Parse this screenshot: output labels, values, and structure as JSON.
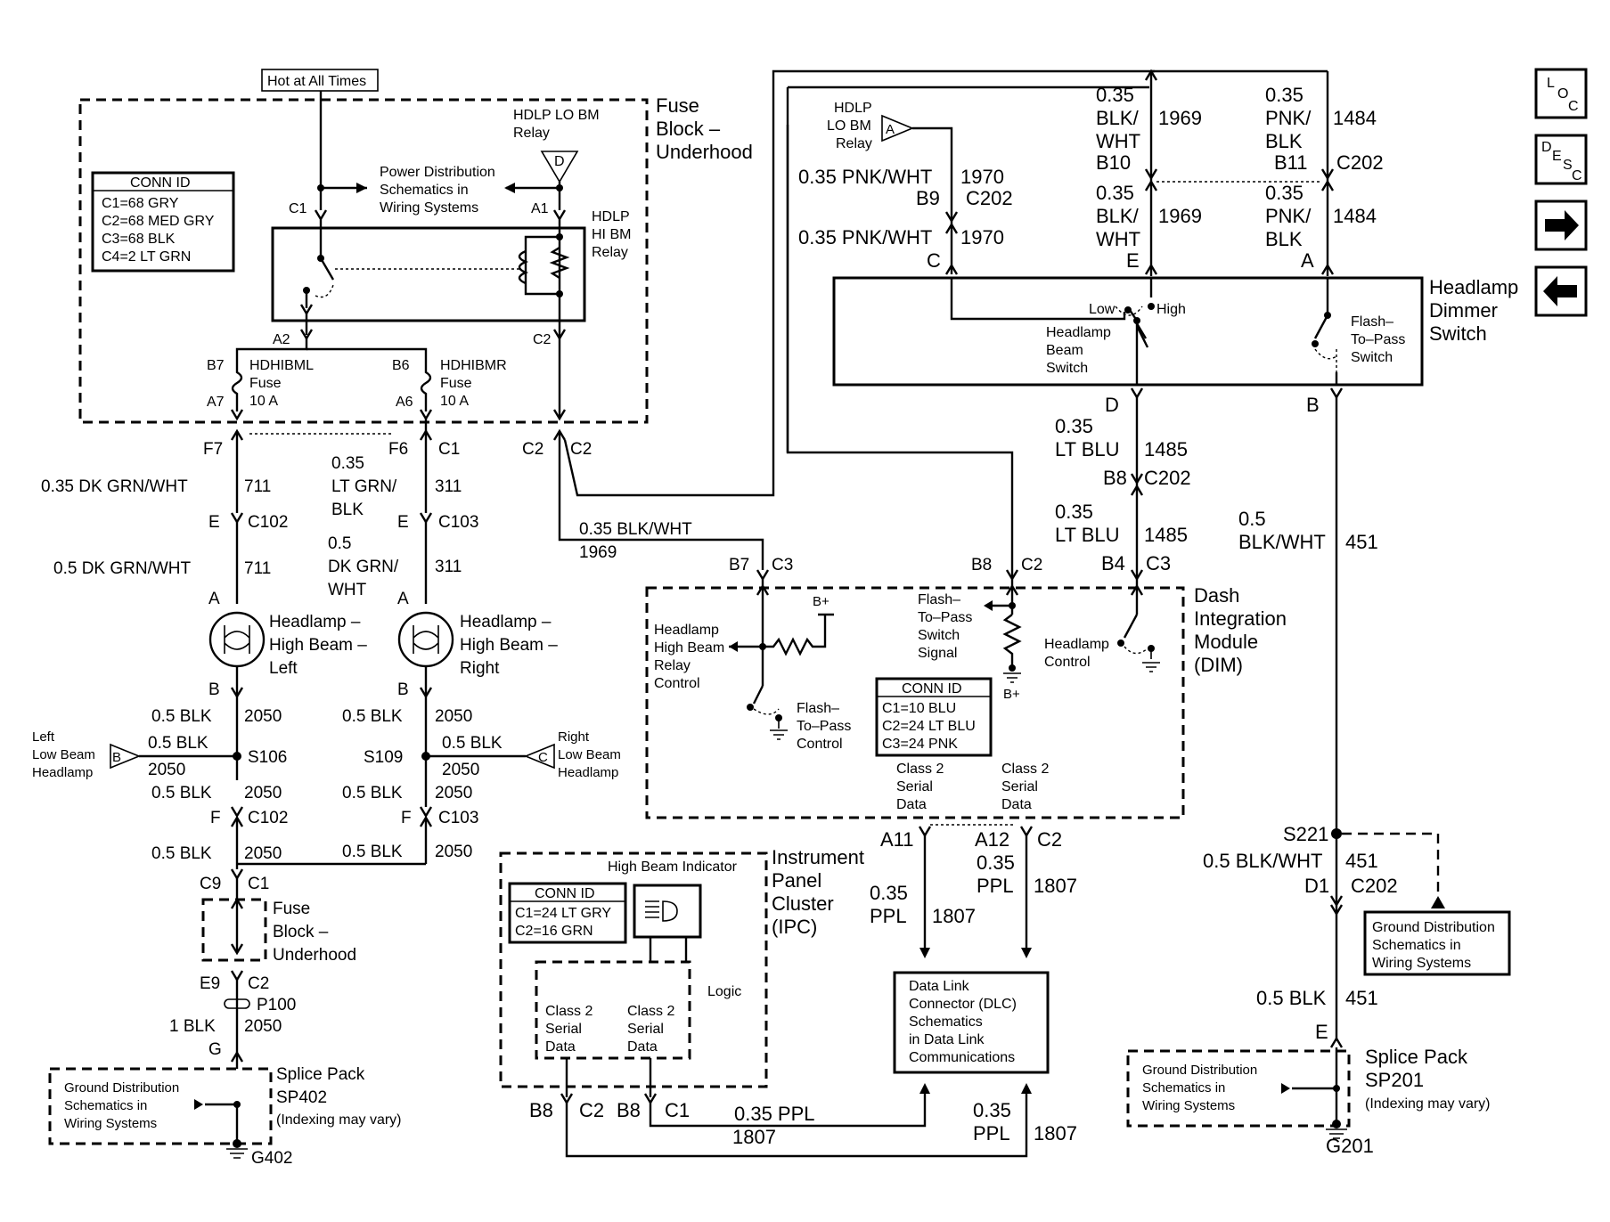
{
  "top": {
    "hot_at_all_times": "Hot at All Times",
    "fuse_block_title": [
      "Fuse",
      "Block –",
      "Underhood"
    ],
    "hdlp_lo_bm_relay": [
      "HDLP LO BM",
      "Relay"
    ],
    "hdlp_hi_bm_relay": [
      "HDLP",
      "HI BM",
      "Relay"
    ],
    "power_distribution": [
      "Power Distribution",
      "Schematics in",
      "Wiring Systems"
    ],
    "connector_c1": "C1",
    "connector_a1": "A1",
    "connector_d": "D",
    "connector_a2": "A2",
    "connector_c2": "C2"
  },
  "conn_id_fuse": {
    "title": "CONN ID",
    "rows": [
      "C1=68 GRY",
      "C2=68 MED GRY",
      "C3=68 BLK",
      "C4=2 LT GRN"
    ]
  },
  "fuses": {
    "left": {
      "pin_top": "B7",
      "pin_bottom": "A7",
      "name": "HDHIBML",
      "type": "Fuse",
      "rating": "10 A"
    },
    "right": {
      "pin_top": "B6",
      "pin_bottom": "A6",
      "name": "HDHIBMR",
      "type": "Fuse",
      "rating": "10 A"
    }
  },
  "left_circuit": {
    "f7": "F7",
    "w1_size": "0.35 DK GRN/WHT",
    "w1_num": "711",
    "e": "E",
    "c102": "C102",
    "w2_size": "0.5 DK GRN/WHT",
    "w2_num": "711",
    "a": "A",
    "headlamp": [
      "Headlamp –",
      "High Beam –",
      "Left"
    ],
    "b": "B",
    "w3_size": "0.5 BLK",
    "w3_num": "2050",
    "s106": "S106",
    "lowbeam_label": [
      "Left",
      "Low Beam",
      "Headlamp"
    ],
    "lowbeam_pin": "B",
    "w4_size": "0.5 BLK",
    "w4_num": "2050",
    "w5_size": "0.5 BLK",
    "w5_num": "2050",
    "f": "F",
    "c102b": "C102",
    "w6_size": "0.5 BLK",
    "w6_num": "2050",
    "c9": "C9",
    "c1": "C1",
    "fuse_block": [
      "Fuse",
      "Block –",
      "Underhood"
    ],
    "e9": "E9",
    "c2": "C2",
    "p100": "P100",
    "w7_size": "1 BLK",
    "w7_num": "2050",
    "g": "G",
    "splice_pack": [
      "Splice Pack",
      "SP402",
      "(Indexing may vary)"
    ],
    "ground_dist": [
      "Ground Distribution",
      "Schematics in",
      "Wiring Systems"
    ],
    "g402": "G402"
  },
  "right_hb_circuit": {
    "f6": "F6",
    "c1": "C1",
    "w1_size": [
      "0.35",
      "LT GRN/",
      "BLK"
    ],
    "w1_num": "311",
    "e": "E",
    "c103": "C103",
    "w2_size": [
      "0.5",
      "DK GRN/",
      "WHT"
    ],
    "w2_num": "311",
    "a": "A",
    "headlamp": [
      "Headlamp –",
      "High Beam –",
      "Right"
    ],
    "b": "B",
    "w3_size": "0.5 BLK",
    "w3_num": "2050",
    "s109": "S109",
    "w4_size": "0.5 BLK",
    "w4_num": "2050",
    "lowbeam_label": [
      "Right",
      "Low Beam",
      "Headlamp"
    ],
    "lowbeam_pin": "C",
    "w5_size": "0.5 BLK",
    "w5_num": "2050",
    "f": "F",
    "c103b": "C103",
    "w6_size": "0.5 BLK",
    "w6_num": "2050"
  },
  "center": {
    "c2_left": "C2",
    "c2_right": "C2",
    "w_size": "0.35 BLK/WHT",
    "w_num": "1969",
    "b7": "B7",
    "c3": "C3",
    "b8": "B8",
    "c2b": "C2"
  },
  "dimmer": {
    "hdlp_lo_bm_relay": [
      "HDLP",
      "LO BM",
      "Relay"
    ],
    "pin_a_tri": "A",
    "w1970a_size": "0.35 PNK/WHT",
    "w1970a_num": "1970",
    "b9": "B9",
    "c202a": "C202",
    "w1970b_size": "0.35 PNK/WHT",
    "w1970b_num": "1970",
    "pin_c": "C",
    "w1969a_size": [
      "0.35",
      "BLK/",
      "WHT"
    ],
    "w1969a_num": "1969",
    "b10": "B10",
    "w1484a_size": [
      "0.35",
      "PNK/",
      "BLK"
    ],
    "w1484a_num": "1484",
    "b11": "B11",
    "c202b": "C202",
    "w1969b_size": [
      "0.35",
      "BLK/",
      "WHT"
    ],
    "w1969b_num": "1969",
    "pin_e": "E",
    "w1484b_size": [
      "0.35",
      "PNK/",
      "BLK"
    ],
    "w1484b_num": "1484",
    "pin_a": "A",
    "title": [
      "Headlamp",
      "Dimmer",
      "Switch"
    ],
    "low": "Low",
    "high": "High",
    "beam_switch": [
      "Headlamp",
      "Beam",
      "Switch"
    ],
    "flash_switch": [
      "Flash–",
      "To–Pass",
      "Switch"
    ],
    "pin_d": "D",
    "pin_b": "B"
  },
  "right_side": {
    "w1485a_size": [
      "0.35",
      "LT BLU"
    ],
    "w1485a_num": "1485",
    "b8": "B8",
    "c202": "C202",
    "w1485b_size": [
      "0.35",
      "LT BLU"
    ],
    "w1485b_num": "1485",
    "b4": "B4",
    "c3": "C3",
    "w451a_size": [
      "0.5",
      "BLK/WHT"
    ],
    "w451a_num": "451",
    "s221": "S221",
    "w451b_size": "0.5 BLK/WHT",
    "w451b_num": "451",
    "d1": "D1",
    "c202b": "C202",
    "ground_dist_box": [
      "Ground Distribution",
      "Schematics in",
      "Wiring Systems"
    ],
    "w451c_size": "0.5 BLK",
    "w451c_num": "451",
    "e": "E",
    "splice_pack": [
      "Splice Pack",
      "SP201",
      "(Indexing may vary)"
    ],
    "ground_dist": [
      "Ground Distribution",
      "Schematics in",
      "Wiring Systems"
    ],
    "g201": "G201"
  },
  "dim": {
    "title": [
      "Dash",
      "Integration",
      "Module",
      "(DIM)"
    ],
    "relay_control": [
      "Headlamp",
      "High Beam",
      "Relay",
      "Control"
    ],
    "bplus": "B+",
    "flash_control": [
      "Flash–",
      "To–Pass",
      "Control"
    ],
    "flash_signal": [
      "Flash–",
      "To–Pass",
      "Switch",
      "Signal"
    ],
    "bplus2": "B+",
    "headlamp_control": [
      "Headlamp",
      "Control"
    ],
    "conn_id": {
      "title": "CONN ID",
      "rows": [
        "C1=10 BLU",
        "C2=24 LT BLU",
        "C3=24 PNK"
      ]
    },
    "class2_a": [
      "Class 2",
      "Serial",
      "Data"
    ],
    "class2_b": [
      "Class 2",
      "Serial",
      "Data"
    ],
    "a11": "A11",
    "a12": "A12",
    "c2": "C2",
    "w1807a_size": [
      "0.35",
      "PPL"
    ],
    "w1807a_num": "1807",
    "w1807b_size": [
      "0.35",
      "PPL"
    ],
    "w1807b_num": "1807"
  },
  "ipc": {
    "title": [
      "Instrument",
      "Panel",
      "Cluster",
      "(IPC)"
    ],
    "high_beam_indicator": "High Beam Indicator",
    "conn_id": {
      "title": "CONN ID",
      "rows": [
        "C1=24 LT GRY",
        "C2=16 GRN"
      ]
    },
    "logic": "Logic",
    "class2_a": [
      "Class 2",
      "Serial",
      "Data"
    ],
    "class2_b": [
      "Class 2",
      "Serial",
      "Data"
    ],
    "b8a": "B8",
    "c2": "C2",
    "b8b": "B8",
    "c1": "C1",
    "w_bottom_size": "0.35 PPL",
    "w_bottom_num": "1807",
    "w_right_size": [
      "0.35",
      "PPL"
    ],
    "w_right_num": "1807"
  },
  "dlc": {
    "text": [
      "Data Link",
      "Connector (DLC)",
      "Schematics",
      "in Data Link",
      "Communications"
    ]
  },
  "nav": {
    "loc": [
      "L",
      "O",
      "C"
    ],
    "desc": [
      "D",
      "E",
      "S",
      "C"
    ],
    "next": "→",
    "prev": "←"
  }
}
